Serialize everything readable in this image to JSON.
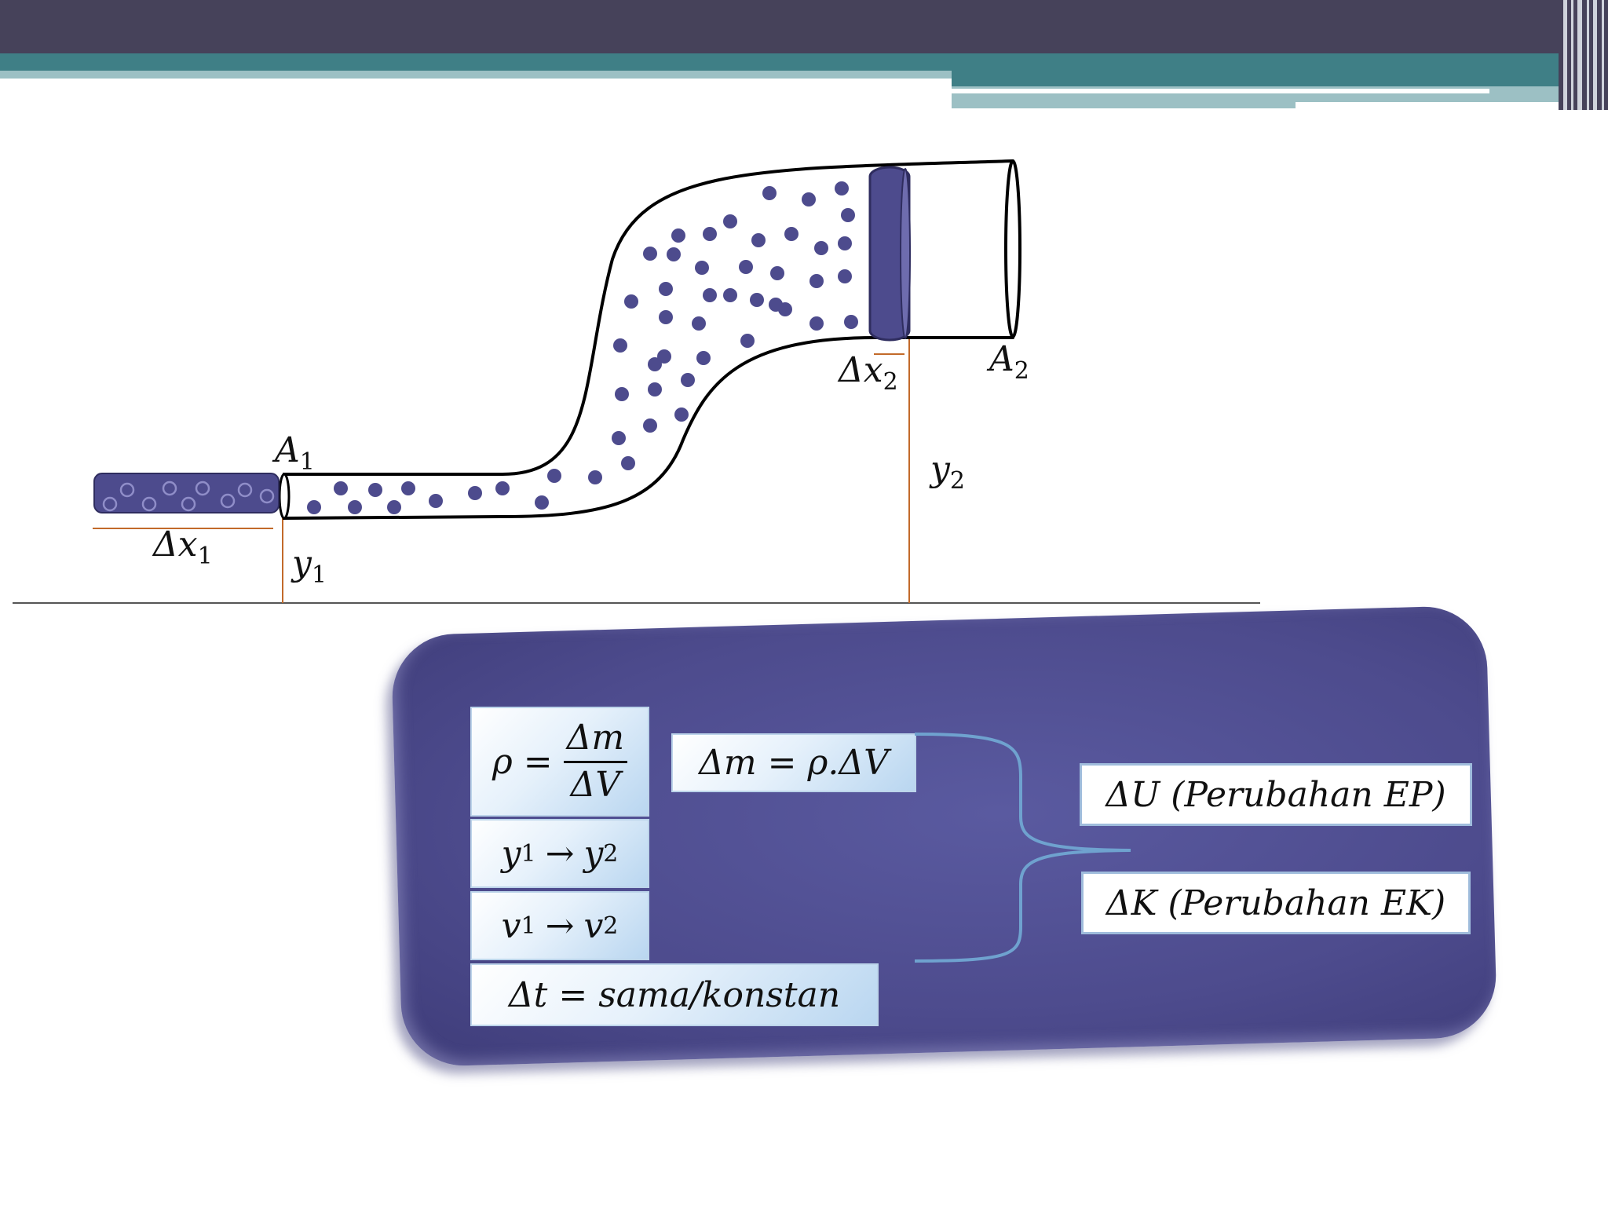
{
  "diagram": {
    "labels": {
      "A1": "A",
      "A1_sub": "1",
      "A2": "A",
      "A2_sub": "2",
      "dx1": "Δx",
      "dx1_sub": "1",
      "dx2": "Δx",
      "dx2_sub": "2",
      "y1": "y",
      "y1_sub": "1",
      "y2": "y",
      "y2_sub": "2"
    },
    "colors": {
      "fluid": "#4d4b8d",
      "pipe_outline": "#000000",
      "height_marker": "#c26a2a",
      "ground": "#555555"
    }
  },
  "panel": {
    "density": {
      "lhs": "ρ =",
      "numerator": "Δm",
      "denominator": "ΔV"
    },
    "mass": "Δm = ρ.ΔV",
    "height_change": {
      "from": "y",
      "from_sub": "1",
      "arrow": "→",
      "to": "y",
      "to_sub": "2"
    },
    "velocity_change": {
      "from": "v",
      "from_sub": "1",
      "arrow": "→",
      "to": "v",
      "to_sub": "2"
    },
    "time": "Δt = sama/konstan",
    "delta_u": "ΔU (Perubahan EP)",
    "delta_k": "ΔK (Perubahan EK)"
  }
}
